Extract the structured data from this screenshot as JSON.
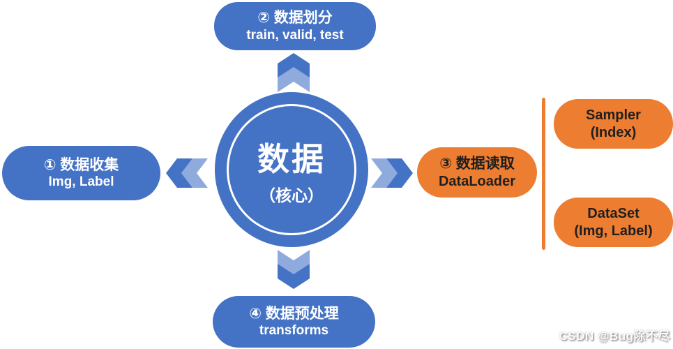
{
  "colors": {
    "blue": "#4472C4",
    "light_blue": "#8FAADC",
    "orange": "#ED7D31",
    "dark_text": "#1F1F1F",
    "white_text": "#FFFFFF"
  },
  "center": {
    "title": "数据",
    "subtitle": "（核心）"
  },
  "nodes": {
    "top": {
      "line1": "② 数据划分",
      "line2": "train, valid, test"
    },
    "left": {
      "line1": "① 数据收集",
      "line2": "Img, Label"
    },
    "right": {
      "line1": "③ 数据读取",
      "line2": "DataLoader"
    },
    "bottom": {
      "line1": "④ 数据预处理",
      "line2": "transforms"
    }
  },
  "detail_boxes": {
    "sampler": {
      "line1": "Sampler",
      "line2": "(Index)"
    },
    "dataset": {
      "line1": "DataSet",
      "line2": "(Img, Label)"
    }
  },
  "watermark": "CSDN @Bug除不尽"
}
